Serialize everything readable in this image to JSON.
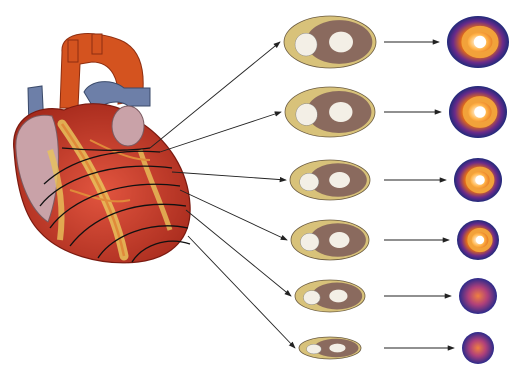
{
  "figure": {
    "background": "#ffffff",
    "heart": {
      "colors": {
        "muscle": "#c0392b",
        "muscle_dark": "#8e1f17",
        "aorta": "#d4531f",
        "vena_cava": "#6d7fa8",
        "fat": "#e9c35a",
        "vessel": "#e08a3a",
        "slice_line": "#111111"
      }
    },
    "slices": [
      {
        "name": "slice-1",
        "tissue_color": "#8a6a5e",
        "rim_color": "#d8c27a"
      },
      {
        "name": "slice-2",
        "tissue_color": "#8a6a5e",
        "rim_color": "#d8c27a"
      },
      {
        "name": "slice-3",
        "tissue_color": "#8a6a5e",
        "rim_color": "#d8c27a"
      },
      {
        "name": "slice-4",
        "tissue_color": "#8a6a5e",
        "rim_color": "#d8c27a"
      },
      {
        "name": "slice-5",
        "tissue_color": "#8a6a5e",
        "rim_color": "#d8c27a"
      },
      {
        "name": "slice-6",
        "tissue_color": "#8a6a5e",
        "rim_color": "#d8c27a"
      }
    ],
    "scans": [
      {
        "name": "scan-1"
      },
      {
        "name": "scan-2"
      },
      {
        "name": "scan-3"
      },
      {
        "name": "scan-4"
      },
      {
        "name": "scan-5"
      },
      {
        "name": "scan-6"
      }
    ],
    "scan_colors": {
      "outer": "#1f2a7a",
      "mid": "#d2691e",
      "ring": "#f2a23a",
      "core": "#ffffff"
    },
    "arrow_color": "#222222"
  }
}
